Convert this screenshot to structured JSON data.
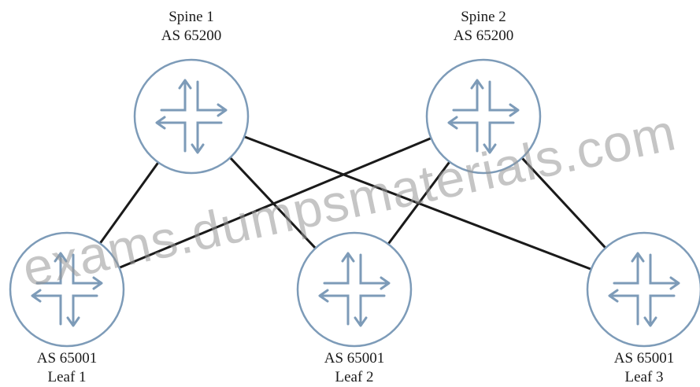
{
  "diagram": {
    "nodes": [
      {
        "id": "spine1",
        "line1": "Spine 1",
        "line2": "AS 65200",
        "label_pos": "above"
      },
      {
        "id": "spine2",
        "line1": "Spine 2",
        "line2": "AS 65200",
        "label_pos": "above"
      },
      {
        "id": "leaf1",
        "line1": "AS 65001",
        "line2": "Leaf 1",
        "label_pos": "below"
      },
      {
        "id": "leaf2",
        "line1": "AS 65001",
        "line2": "Leaf 2",
        "label_pos": "below"
      },
      {
        "id": "leaf3",
        "line1": "AS 65001",
        "line2": "Leaf 3",
        "label_pos": "below"
      }
    ],
    "links": [
      {
        "from": "spine1",
        "to": "leaf1"
      },
      {
        "from": "spine1",
        "to": "leaf2"
      },
      {
        "from": "spine1",
        "to": "leaf3"
      },
      {
        "from": "spine2",
        "to": "leaf1"
      },
      {
        "from": "spine2",
        "to": "leaf2"
      },
      {
        "from": "spine2",
        "to": "leaf3"
      }
    ],
    "colors": {
      "router_stroke": "#7d9bb8",
      "link": "#1a1a1a"
    },
    "icon": "router-icon"
  },
  "watermark": "exams.dumpsmaterials.com"
}
